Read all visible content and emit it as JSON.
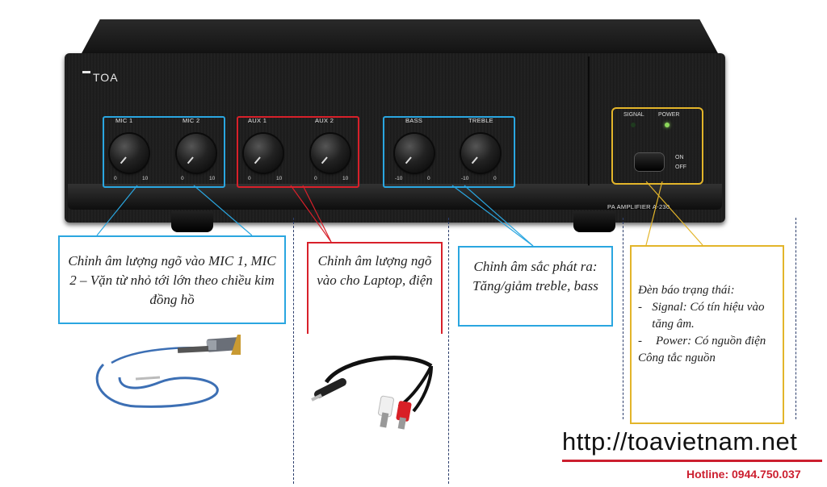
{
  "amplifier": {
    "brand": "TOA",
    "model": "PA AMPLIFIER A-230",
    "controls": [
      {
        "label": "MIC 1",
        "min": "0",
        "max": "10"
      },
      {
        "label": "MIC 2",
        "min": "0",
        "max": "10"
      },
      {
        "label": "AUX 1",
        "min": "0",
        "max": "10"
      },
      {
        "label": "AUX 2",
        "min": "0",
        "max": "10"
      },
      {
        "label": "BASS",
        "min": "-10",
        "max": "0"
      },
      {
        "label": "TREBLE",
        "min": "-10",
        "max": "0"
      }
    ],
    "indicators": {
      "signal": "SIGNAL",
      "power": "POWER"
    },
    "switch": {
      "on": "ON",
      "off": "OFF"
    }
  },
  "colors": {
    "mic_box": "#2aa6e0",
    "aux_box": "#d8202a",
    "tone_box": "#2aa6e0",
    "status_box": "#e3b52a",
    "hotline": "#cc1f2f"
  },
  "callouts": {
    "mic": "Chỉnh âm lượng ngõ vào MIC 1, MIC 2 – Vặn từ nhỏ tới lớn theo chiều kim đồng hồ",
    "aux": "Chỉnh âm lượng ngõ vào cho Laptop, điện",
    "tone": "Chỉnh âm sắc phát ra: Tăng/giảm treble, bass",
    "status_title": "Đèn báo trạng thái:",
    "status_items": [
      "Signal: Có tín hiệu vào tăng âm.",
      "Power: Có nguồn điện"
    ],
    "status_footer": "Công tắc nguồn"
  },
  "website": "http://toavietnam.net",
  "hotline": "Hotline: 0944.750.037"
}
